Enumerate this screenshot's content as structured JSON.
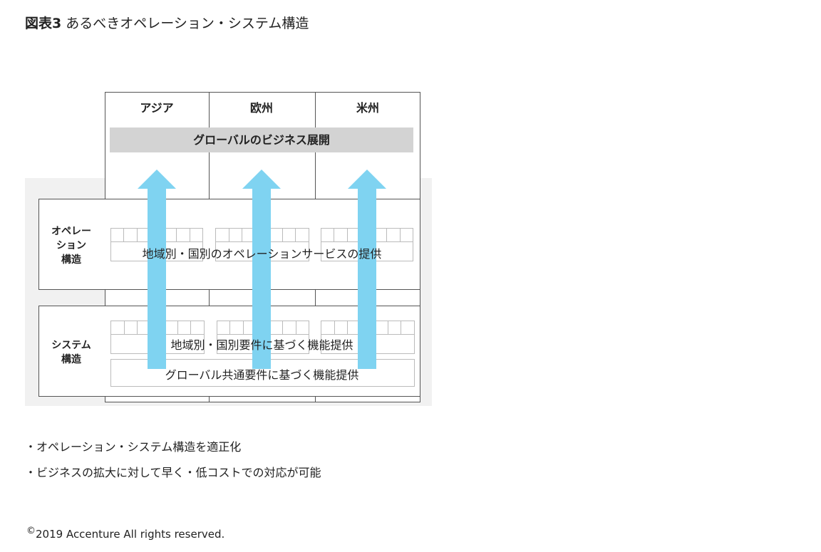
{
  "title": {
    "bold": "図表3",
    "text": "あるべきオペレーション・システム構造"
  },
  "diagram": {
    "regions": [
      "アジア",
      "欧州",
      "米州"
    ],
    "global_bar": "グローバルのビジネス展開",
    "operation": {
      "label_lines": [
        "オペレー",
        "ション",
        "構造"
      ],
      "text": "地域別・国別のオペレーションサービスの提供"
    },
    "system": {
      "label_lines": [
        "システム",
        "構造"
      ],
      "regional_text": "地域別・国別要件に基づく機能提供",
      "global_text": "グローバル共通要件に基づく機能提供"
    },
    "arrow_color": "#7fd3f1"
  },
  "bullets": [
    "・オペレーション・システム構造を適正化",
    "・ビジネスの拡大に対して早く・低コストでの対応が可能"
  ],
  "copyright": {
    "symbol": "©",
    "text": "2019 Accenture All rights reserved."
  }
}
